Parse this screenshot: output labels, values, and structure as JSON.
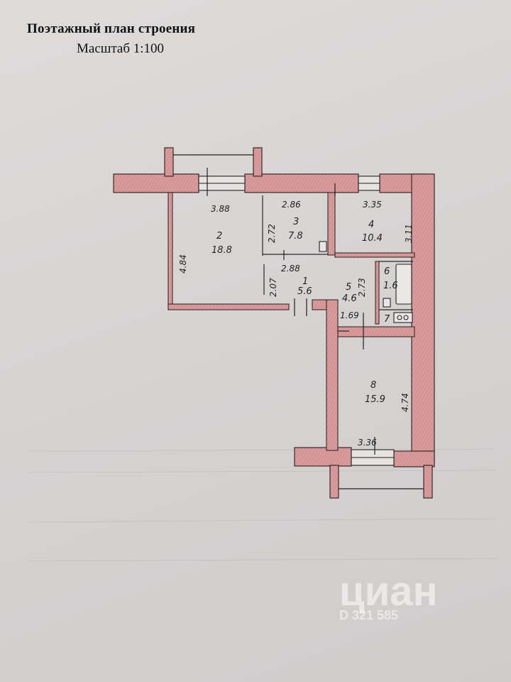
{
  "header": {
    "title": "Поэтажный план строения",
    "scale": "Масштаб 1:100"
  },
  "rooms": [
    {
      "number": "2",
      "area": "18.8"
    },
    {
      "number": "3",
      "area": "7.8"
    },
    {
      "number": "4",
      "area": "10.4"
    },
    {
      "number": "1",
      "area": "5.6"
    },
    {
      "number": "5",
      "area": "4.6"
    },
    {
      "number": "6",
      "area": "1.6"
    },
    {
      "number": "7",
      "area": ""
    },
    {
      "number": "8",
      "area": "15.9"
    }
  ],
  "dimensions": {
    "room2_width": "3.88",
    "room2_height": "4.84",
    "room3_width": "2.86",
    "room3_height": "2.72",
    "room4_width": "3.35",
    "room4_height": "3.11",
    "corridor_width": "2.88",
    "corridor_height": "2.07",
    "hall_height": "2.73",
    "hall_width": "1.69",
    "room8_height": "4.74",
    "room8_width": "3.36"
  },
  "colors": {
    "wall_fill": "#d89a9a",
    "wall_stroke": "#3a2a2a",
    "paper": "#dad8d7"
  },
  "watermark": {
    "brand": "циан",
    "code": "D 321 585"
  }
}
